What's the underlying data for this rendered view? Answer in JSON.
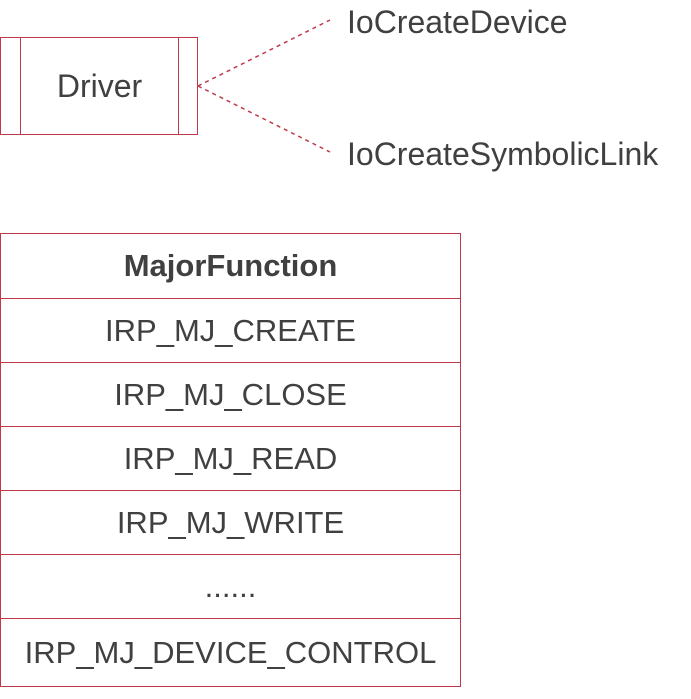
{
  "driver": {
    "label": "Driver"
  },
  "callouts": {
    "create_device": "IoCreateDevice",
    "create_symbolic_link": "IoCreateSymbolicLink"
  },
  "major_function_table": {
    "header": "MajorFunction",
    "rows": [
      "IRP_MJ_CREATE",
      "IRP_MJ_CLOSE",
      "IRP_MJ_READ",
      "IRP_MJ_WRITE",
      "......",
      "IRP_MJ_DEVICE_CONTROL"
    ]
  },
  "colors": {
    "border": "#c0394b",
    "text": "#404040"
  }
}
